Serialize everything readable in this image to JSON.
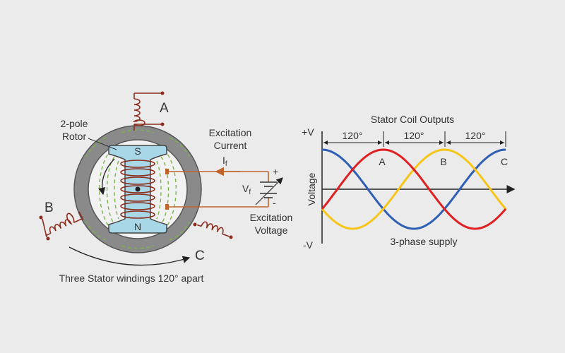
{
  "generator": {
    "phase_labels": {
      "a": "A",
      "b": "B",
      "c": "C"
    },
    "pole_labels": {
      "south": "S",
      "north": "N"
    },
    "rotor_label_line1": "2-pole",
    "rotor_label_line2": "Rotor",
    "excitation_current_line1": "Excitation",
    "excitation_current_line2": "Current",
    "current_symbol": "I",
    "current_subscript": "f",
    "voltage_symbol": "V",
    "voltage_subscript": "f",
    "plus_sign": "+",
    "minus_sign": "-",
    "excitation_voltage_line1": "Excitation",
    "excitation_voltage_line2": "Voltage",
    "caption": "Three Stator windings 120° apart"
  },
  "waveform_chart": {
    "title": "Stator Coil Outputs",
    "ylabel": "Voltage",
    "y_max_label": "+V",
    "y_min_label": "-V",
    "interval_labels": [
      "120°",
      "120°",
      "120°"
    ],
    "peak_labels": [
      "A",
      "B",
      "C"
    ],
    "caption": "3-phase supply"
  },
  "chart_data": {
    "type": "line",
    "title": "Stator Coil Outputs",
    "ylabel": "Voltage",
    "xlabel": "",
    "x_unit": "degrees",
    "xlim": [
      0,
      360
    ],
    "ylim": [
      -1,
      1
    ],
    "series": [
      {
        "name": "A",
        "color": "#e02020",
        "phase_deg": 120
      },
      {
        "name": "B",
        "color": "#f5c518",
        "phase_deg": 240
      },
      {
        "name": "C",
        "color": "#2f5fb5",
        "phase_deg": 0
      }
    ],
    "peaks_deg": [
      120,
      240,
      360
    ]
  },
  "colors": {
    "phase_a": "#e02020",
    "phase_b": "#f5c518",
    "phase_c": "#2f5fb5",
    "coil": "#8b2c1c",
    "stator_ring": "#8a8a8a",
    "rotor": "#a8d8e8",
    "flux": "#7ab648",
    "field_wire": "#c0652a"
  }
}
